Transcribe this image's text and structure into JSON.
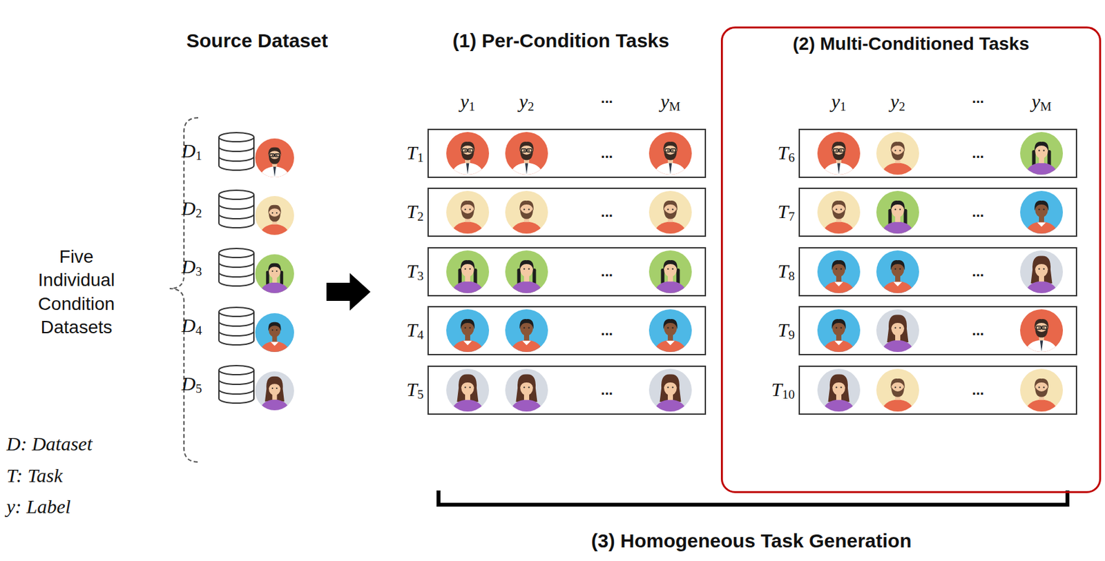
{
  "diagram": {
    "nodes": [
      {
        "text": [
          "T1",
          "..."
        ]
      },
      {
        "text": [
          "T2",
          "..."
        ]
      },
      {
        "text": [
          "T3",
          "..."
        ]
      },
      {
        "text": [
          "T4",
          "..."
        ]
      },
      {
        "text": [
          "T5",
          "..."
        ]
      },
      {
        "text": [
          "(2) Multi-Conditioned Tasks"
        ]
      },
      {
        "text": [
          "T6",
          "..."
        ],
        "in": 5
      },
      {
        "text": [
          "T7",
          "..."
        ],
        "in": 5
      },
      {
        "text": [
          "T8",
          "..."
        ],
        "in": 5
      },
      {
        "text": [
          "T9",
          "..."
        ],
        "in": 5
      },
      {
        "text": [
          "T10",
          "..."
        ],
        "in": 5
      }
    ],
    "labels": [
      "Source Dataset",
      "(1) Per-Condition Tasks",
      "y1",
      "y2",
      "...",
      "yM",
      "y1",
      "y2",
      "...",
      "yM",
      "D1",
      "D2",
      "D3",
      "D4",
      "D5",
      "Five Individual Condition Datasets",
      "D: Dataset",
      "T: Task",
      "y: Label",
      "(3) Homogeneous Task Generation"
    ]
  }
}
